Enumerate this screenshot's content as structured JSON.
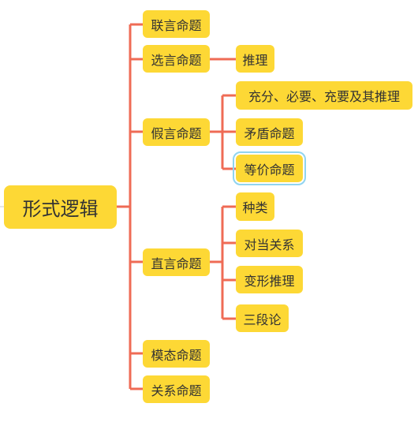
{
  "colors": {
    "node_fill": "#fdd835",
    "connector": "#ef6b55",
    "selection_outline": "#90d4f0"
  },
  "root": {
    "label": "形式逻辑"
  },
  "branches": [
    {
      "label": "联言命题",
      "children": []
    },
    {
      "label": "选言命题",
      "children": [
        "推理"
      ]
    },
    {
      "label": "假言命题",
      "children": [
        "充分、必要、充要及其推理",
        "矛盾命题",
        "等价命题"
      ],
      "selected_child": "等价命题"
    },
    {
      "label": "直言命题",
      "children": [
        "种类",
        "对当关系",
        "变形推理",
        "三段论"
      ]
    },
    {
      "label": "模态命题",
      "children": []
    },
    {
      "label": "关系命题",
      "children": []
    }
  ]
}
